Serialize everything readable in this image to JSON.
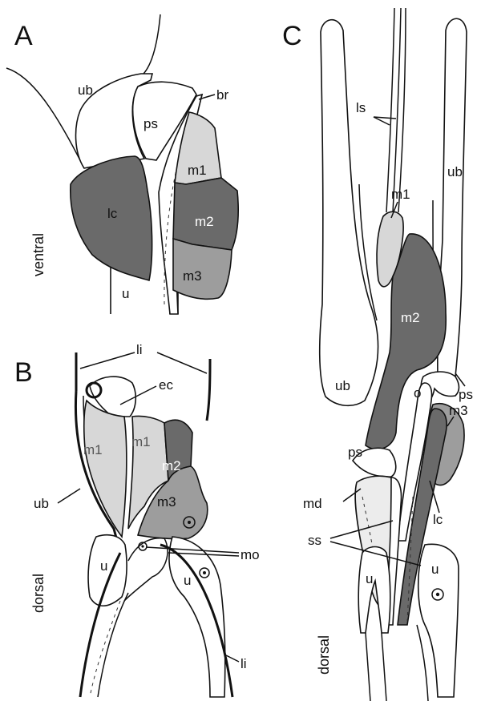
{
  "colors": {
    "light": "#d7d7d7",
    "mid": "#9d9d9d",
    "dark": "#6a6a6a",
    "stroke": "#111111",
    "white": "#ffffff"
  },
  "panelA": {
    "panel_label": "A",
    "orientation": "ventral",
    "labels": {
      "ub": "ub",
      "ps": "ps",
      "br": "br",
      "m1": "m1",
      "lc": "lc",
      "m2": "m2",
      "m3": "m3",
      "u": "u"
    }
  },
  "panelB": {
    "panel_label": "B",
    "orientation": "dorsal",
    "labels": {
      "li_top": "li",
      "ec": "ec",
      "m1_left": "m1",
      "m1_right": "m1",
      "m2": "m2",
      "m3": "m3",
      "ub": "ub",
      "u_left": "u",
      "u_right": "u",
      "mo": "mo",
      "li_bottom": "li"
    }
  },
  "panelC": {
    "panel_label": "C",
    "orientation": "dorsal",
    "labels": {
      "ls": "ls",
      "ub_top": "ub",
      "m1": "m1",
      "m2": "m2",
      "ub_mid": "ub",
      "o": "o",
      "ps_right": "ps",
      "m3": "m3",
      "ps_left": "ps",
      "md": "md",
      "lc": "lc",
      "ss": "ss",
      "u_left": "u",
      "u_right": "u"
    }
  }
}
